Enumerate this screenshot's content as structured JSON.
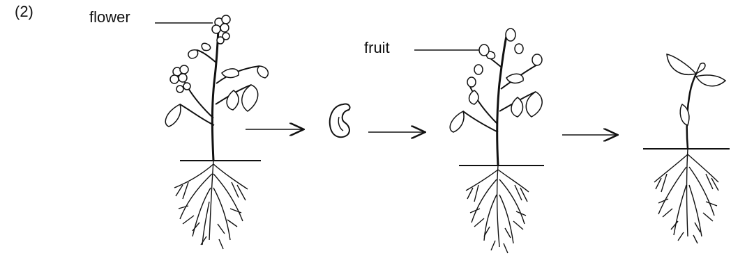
{
  "figure": {
    "number_label": "(2)",
    "labels": {
      "flower": "flower",
      "fruit": "fruit"
    },
    "stages": [
      {
        "name": "flowering-plant",
        "icon": "flowering-plant-icon"
      },
      {
        "name": "seed",
        "icon": "seed-icon"
      },
      {
        "name": "fruiting-plant",
        "icon": "fruiting-plant-icon"
      },
      {
        "name": "seedling",
        "icon": "seedling-icon"
      }
    ],
    "colors": {
      "ink": "#111111",
      "background": "#ffffff"
    }
  }
}
